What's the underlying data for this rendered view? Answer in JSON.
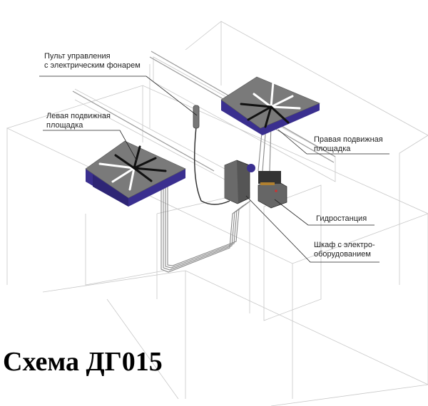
{
  "labels": {
    "remote": [
      "Пульт управления",
      "с электрическим фонарем"
    ],
    "left_platform": [
      "Левая подвижная",
      "площадка"
    ],
    "right_platform": [
      "Правая подвижная",
      "площадка"
    ],
    "hydro": [
      "Гидростанция"
    ],
    "cabinet": [
      "Шкаф с электро-",
      "оборудованием"
    ]
  },
  "title": "Схема ДГ015",
  "colors": {
    "platform_side": "#3a2f8f",
    "platform_top": "#7a7a7a",
    "wire": "#bbbbbb",
    "leader": "#222222"
  }
}
